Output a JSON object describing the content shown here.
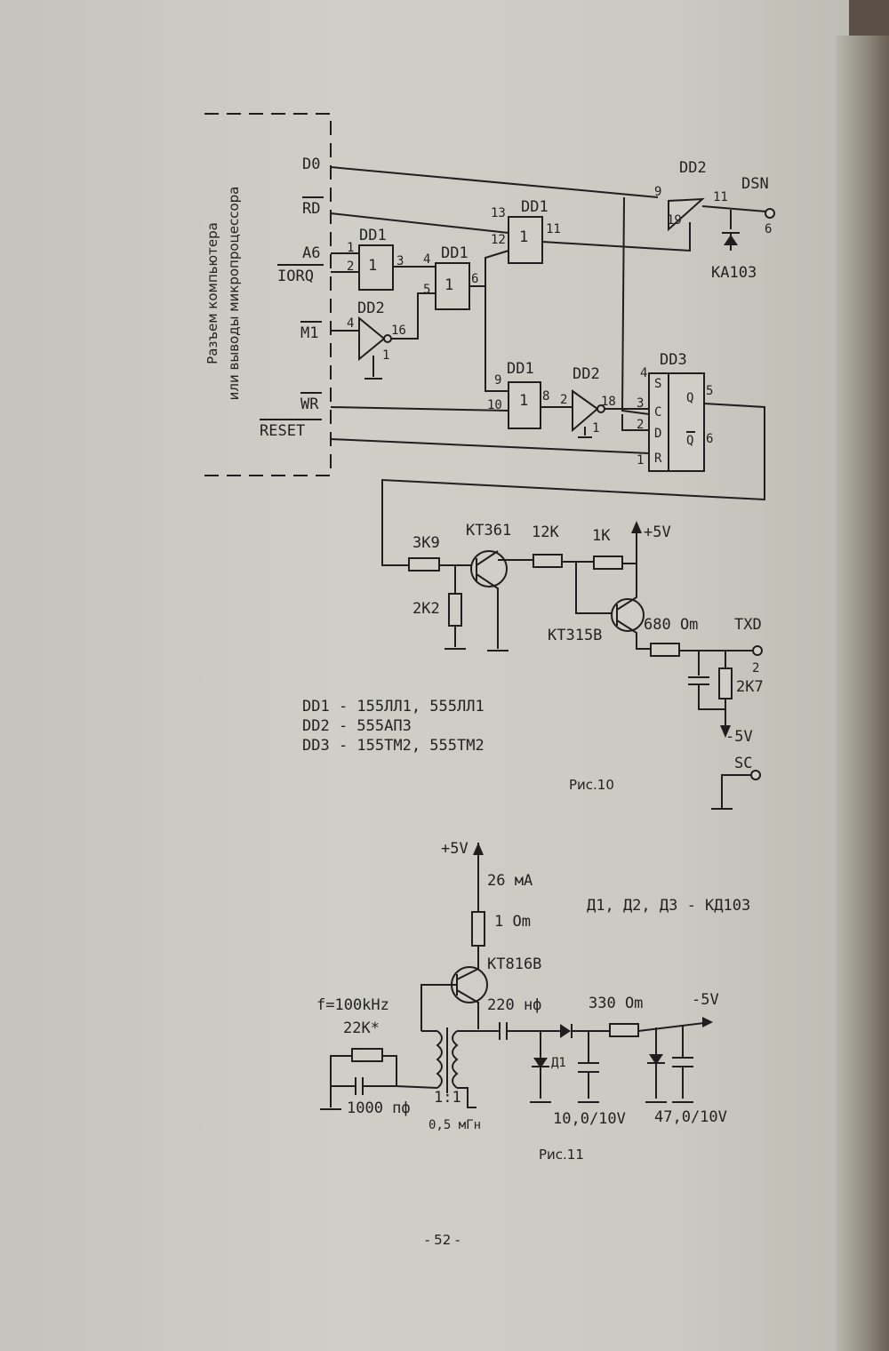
{
  "page_number": "- 52 -",
  "fig10": {
    "caption": "Рис.10",
    "connector_label_1": "Разъем компьютера",
    "connector_label_2": "или выводы микропроцессора",
    "signals": [
      "D0",
      "RD",
      "A6",
      "IORQ",
      "M1",
      "WR",
      "RESET"
    ],
    "chips": {
      "dd1": "DD1",
      "dd2": "DD2",
      "dd3": "DD3",
      "gate": "1"
    },
    "pins": {
      "a": "1",
      "b": "2",
      "c": "3",
      "d": "4",
      "e": "5",
      "f": "6",
      "g": "13",
      "h": "12",
      "i": "11",
      "j": "9",
      "k": "10",
      "l": "8",
      "m": "16",
      "n": "18",
      "o": "19"
    },
    "flipflop": {
      "s": "S",
      "c": "C",
      "d": "D",
      "r": "R",
      "q": "Q",
      "nq": "Q",
      "p4": "4",
      "p3": "3",
      "p2": "2",
      "p1": "1",
      "p5": "5",
      "p6": "6"
    },
    "components": {
      "r1": "3K9",
      "r2": "2K2",
      "r3": "12K",
      "r4": "1K",
      "r5": "680 Om",
      "r6": "2K7",
      "q1": "KT361",
      "q2": "KT315B",
      "diode": "KA103"
    },
    "power": {
      "plus": "+5V",
      "minus": "-5V"
    },
    "outputs": {
      "dsn": "DSN",
      "dsn_pin": "6",
      "txd": "TXD",
      "txd_pin": "2",
      "sc": "SC"
    },
    "legend": [
      "DD1 - 155ЛЛ1, 555ЛЛ1",
      "DD2 - 555АП3",
      "DD3 - 155ТМ2, 555ТМ2"
    ]
  },
  "fig11": {
    "caption": "Рис.11",
    "supply": "+5V",
    "current": "26 мА",
    "r_top": "1 Om",
    "transistor": "KT816B",
    "freq": "f=100kHz",
    "r_fb": "22K*",
    "cap_fb": "1000 пф",
    "ratio": "1:1",
    "inductance": "0,5 мГн",
    "cap_series": "220 нф",
    "r_out": "330 Om",
    "output": "-5V",
    "diode_label": "Д1",
    "cap1": "10,0/10V",
    "cap2": "47,0/10V",
    "diodes_note": "Д1, Д2, Д3 - КД103"
  }
}
